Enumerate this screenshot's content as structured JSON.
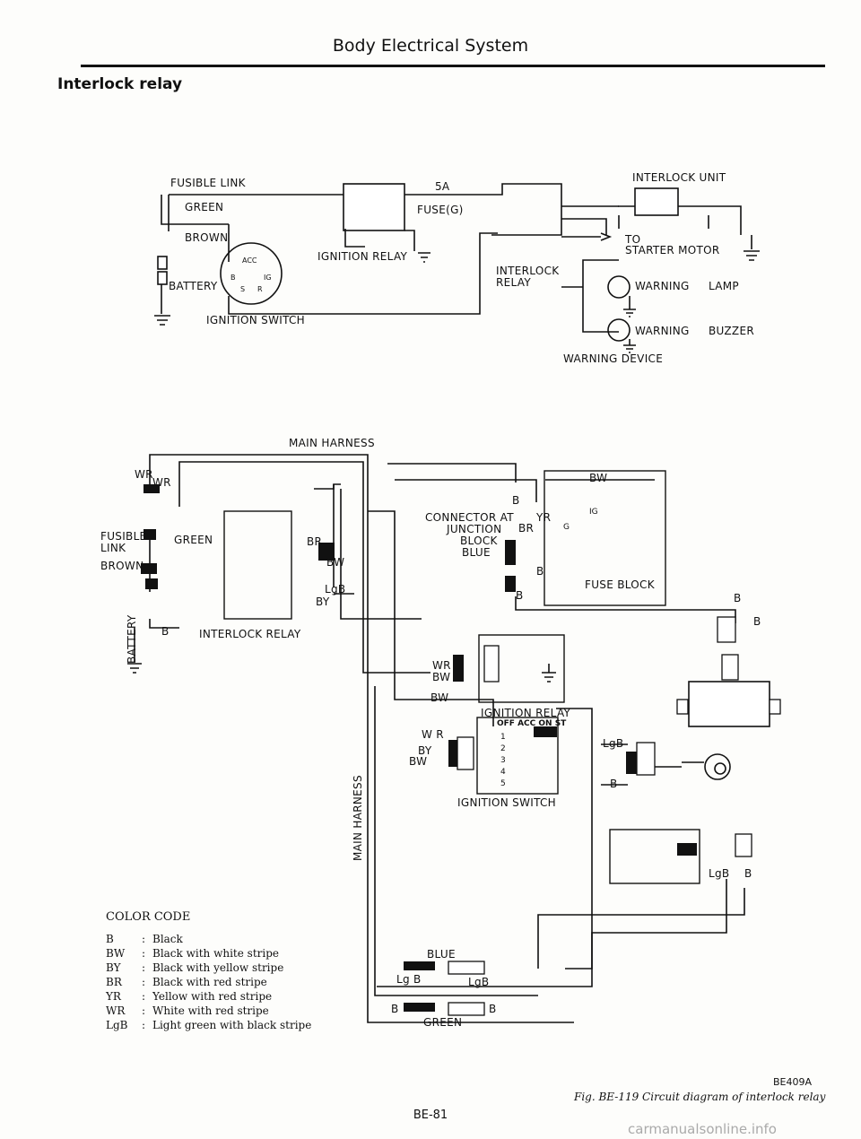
{
  "header": "Body Electrical System",
  "section_title": "Interlock relay",
  "schematic": {
    "fusible_link": "FUSIBLE LINK",
    "green": "GREEN",
    "brown": "BROWN",
    "battery": "BATTERY",
    "fuse_amp": "5A",
    "fuse_g": "FUSE(G)",
    "ignition_relay": "IGNITION RELAY",
    "ignition_switch": "IGNITION SWITCH",
    "acc": "ACC",
    "b": "B",
    "ig": "IG",
    "s": "S",
    "r": "R",
    "interlock_unit": "INTERLOCK UNIT",
    "to": "TO",
    "starter_motor": "STARTER MOTOR",
    "interlock": "INTERLOCK",
    "relay": "RELAY",
    "warning_lamp_1": "WARNING",
    "warning_lamp_2": "LAMP",
    "warning_buzzer_1": "WARNING",
    "warning_buzzer_2": "BUZZER",
    "warning_device": "WARNING DEVICE"
  },
  "harness": {
    "main_harness": "MAIN HARNESS",
    "main_harness_vertical": "MAIN HARNESS",
    "wr_1": "WR",
    "wr_2": "WR",
    "fusible": "FUSIBLE",
    "link": "LINK",
    "green": "GREEN",
    "brown": "BROWN",
    "battery_vertical": "BATTERY",
    "b_batt": "B",
    "interlock_relay": "INTERLOCK RELAY",
    "br": "BR",
    "bw": "BW",
    "lgb": "LgB",
    "by": "BY",
    "b_conn": "B",
    "connector_1": "CONNECTOR AT",
    "connector_2": "JUNCTION",
    "connector_3": "BLOCK",
    "blue": "BLUE",
    "yr": "YR",
    "br2": "BR",
    "b_jb": "B",
    "b_jb2": "B",
    "bw_top": "BW",
    "ig": "IG",
    "g": "G",
    "fuse_block": "FUSE BLOCK",
    "b_right": "B",
    "b_right2": "B",
    "wr_ir": "WR",
    "bw_ir": "BW",
    "bw_ir2": "BW",
    "ignition_relay": "IGNITION RELAY",
    "w_r": "W R",
    "by_is": "BY",
    "bw_is": "BW",
    "sw_header": "OFF ACC ON ST",
    "sw_rows": [
      "1",
      "2",
      "3",
      "4",
      "5"
    ],
    "ignition_switch": "IGNITION SWITCH",
    "lgb_r": "LgB",
    "b_r": "B",
    "lgb_b": "LgB",
    "b_b": "B",
    "blue_bottom": "BLUE",
    "lgb_bl": "Lg B",
    "lgb_br": "LgB",
    "b_gl": "B",
    "b_gr": "B",
    "green_bottom": "GREEN"
  },
  "color_code": {
    "title": "COLOR CODE",
    "entries": [
      {
        "code": "B",
        "desc": "Black"
      },
      {
        "code": "BW",
        "desc": "Black with white stripe"
      },
      {
        "code": "BY",
        "desc": "Black with yellow stripe"
      },
      {
        "code": "BR",
        "desc": "Black with red stripe"
      },
      {
        "code": "YR",
        "desc": "Yellow with red stripe"
      },
      {
        "code": "WR",
        "desc": "White with red stripe"
      },
      {
        "code": "LgB",
        "desc": "Light green with black stripe"
      }
    ]
  },
  "figure_code": "BE409A",
  "figure_caption": "Fig. BE-119  Circuit diagram of interlock relay",
  "page_number": "BE-81",
  "watermark": "carmanualsonline.info"
}
